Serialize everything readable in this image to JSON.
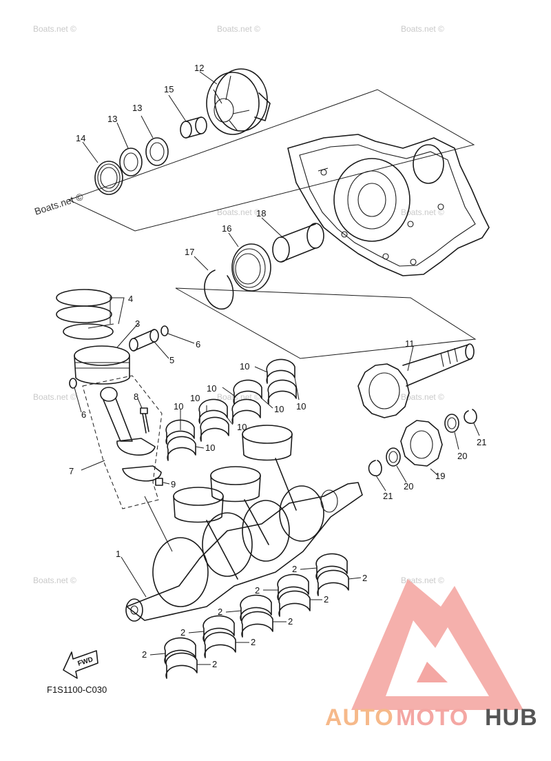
{
  "diagram": {
    "code": "F1S1100-C030",
    "fwd_label": "FWD",
    "watermark": "Boats.net ©",
    "brand": {
      "part1": "AUTO",
      "part2": "MOTO",
      "part3": "HUB",
      "color_primary": "#f4a7a3",
      "color_secondary": "#f6b98a",
      "color_dark": "#555555"
    },
    "callouts": {
      "c1": "1",
      "c2": "2",
      "c3": "3",
      "c4": "4",
      "c5": "5",
      "c6": "6",
      "c7": "7",
      "c8": "8",
      "c9": "9",
      "c10": "10",
      "c11": "11",
      "c12": "12",
      "c13": "13",
      "c14": "14",
      "c15": "15",
      "c16": "16",
      "c17": "17",
      "c18": "18",
      "c19": "19",
      "c20": "20",
      "c21": "21"
    }
  }
}
